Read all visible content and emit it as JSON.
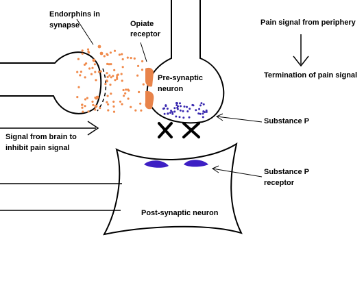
{
  "labels": {
    "endorphins_line1": "Endorphins in",
    "endorphins_line2": "synapse",
    "opiate_line1": "Opiate",
    "opiate_line2": "receptor",
    "pain_from_periphery": "Pain signal from periphery",
    "termination": "Termination of pain signal",
    "presynaptic_line1": "Pre-synaptic",
    "presynaptic_line2": "neuron",
    "substance_p": "Substance P",
    "brain_signal_line1": "Signal from brain to",
    "brain_signal_line2": "inhibit pain signal",
    "substance_p_receptor_line1": "Substance P",
    "substance_p_receptor_line2": "receptor",
    "postsynaptic": "Post-synaptic neuron"
  },
  "colors": {
    "endorphin": "#f08a4b",
    "opiate_receptor": "#e8834a",
    "substance_p": "#3a2ab0",
    "substance_p_receptor": "#3d1fc4",
    "ink": "#000000"
  }
}
